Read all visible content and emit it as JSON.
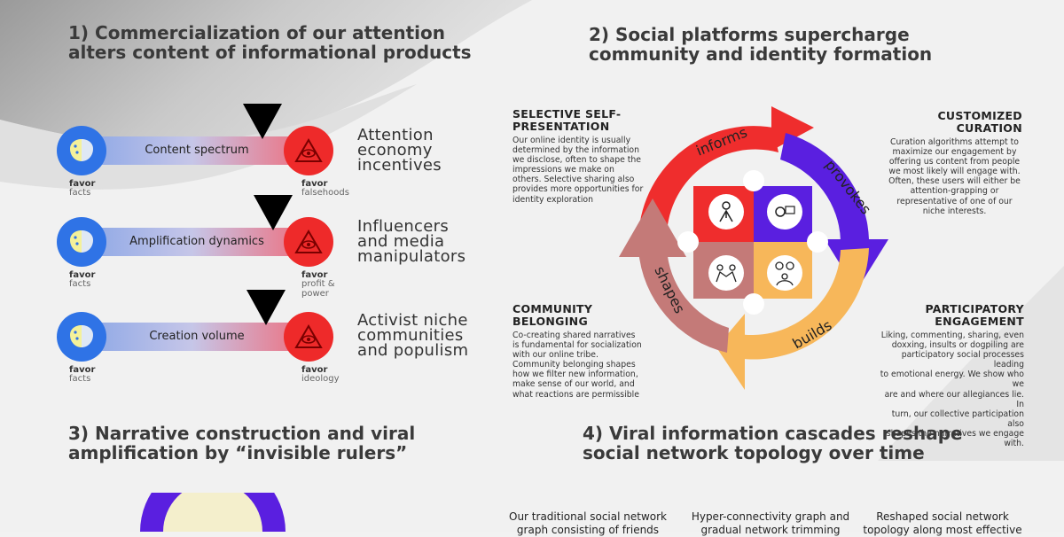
{
  "panel1": {
    "title_l1": "1) Commercialization of our attention",
    "title_l2": "alters content of informational products",
    "rows": [
      {
        "label": "Content spectrum",
        "left_t": "favor",
        "left_s": "facts",
        "right_t": "favor",
        "right_s": "falsehoods",
        "side": [
          "Attention",
          "economy",
          "incentives"
        ]
      },
      {
        "label": "Amplification dynamics",
        "left_t": "favor",
        "left_s": "facts",
        "right_t": "favor",
        "right_s": "profit & power",
        "side": [
          "Influencers",
          "and media",
          "manipulators"
        ]
      },
      {
        "label": "Creation volume",
        "left_t": "favor",
        "left_s": "facts",
        "right_t": "favor",
        "right_s": "ideology",
        "side": [
          "Activist niche",
          "communities",
          "and populism"
        ]
      }
    ]
  },
  "panel2": {
    "title_l1": "2) Social platforms supercharge",
    "title_l2": "community and identity formation",
    "blocks": {
      "tl": {
        "t1": "SELECTIVE SELF-",
        "t2": "PRESENTATION",
        "body": [
          "Our online identity is usually",
          "determined by the information",
          "we disclose, often to shape the",
          "impressions we make on",
          "others. Selective sharing also",
          "provides more opportunities for",
          "identity exploration"
        ]
      },
      "tr": {
        "t1": "CUSTOMIZED",
        "t2": "CURATION",
        "body": [
          "Curation algorithms attempt to",
          "maximize our engagement by",
          "offering us content from people",
          "we most likely will engage with.",
          "Often, these users will either be",
          "attention-grapping or",
          "representative of one of our",
          "niche interests."
        ]
      },
      "bl": {
        "t1": "COMMUNITY",
        "t2": "BELONGING",
        "body": [
          "Co-creating shared narratives",
          "is fundamental for socialization",
          "with our online tribe.",
          "Community belonging shapes",
          "how we filter new information,",
          "make sense of our world, and",
          "what reactions are permissible"
        ]
      },
      "br": {
        "t1": "PARTICIPATORY",
        "t2": "ENGAGEMENT",
        "body": [
          "Liking, commenting, sharing, even",
          "doxxing, insults or dogpiling are",
          "participatory social processes leading",
          "to emotional energy. We show who we",
          "are and where our allegiances lie. In",
          "turn, our collective participation also",
          "shapes the narratives we engage with."
        ]
      }
    },
    "arrows": {
      "top": "informs",
      "right": "provokes",
      "bottom": "builds",
      "left": "shapes"
    }
  },
  "panel3": {
    "title_l1": "3) Narrative construction and viral",
    "title_l2": "amplification by “invisible rulers”"
  },
  "panel4": {
    "title_l1": "4) Viral information cascades reshape",
    "title_l2": "social network topology over time",
    "subs": [
      [
        "Our traditional social network",
        "graph consisting of friends"
      ],
      [
        "Hyper-connectivity graph and",
        "gradual network trimming"
      ],
      [
        "Reshaped social network",
        "topology along most effective"
      ]
    ]
  },
  "colors": {
    "red": "#ef2d2d",
    "purple": "#5a1fe0",
    "orange": "#f7b75a",
    "mauve": "#c47a78",
    "blue": "#2f73e6"
  }
}
